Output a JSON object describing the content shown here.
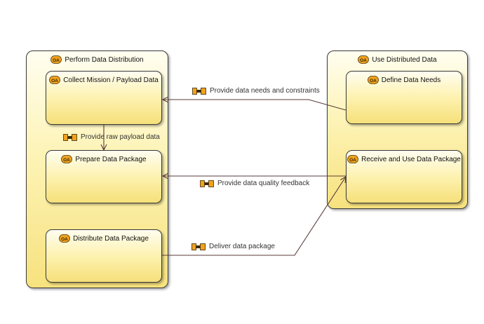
{
  "diagram": {
    "containers": {
      "perform": {
        "title": "Perform Data Distribution"
      },
      "use": {
        "title": "Use Distributed Data"
      }
    },
    "functions": {
      "collect": {
        "title": "Collect Mission / Payload Data"
      },
      "prepare": {
        "title": "Prepare Data Package"
      },
      "distribute": {
        "title": "Distribute Data Package"
      },
      "define": {
        "title": "Define Data Needs"
      },
      "receive": {
        "title": "Receive and Use Data Package"
      }
    },
    "exchanges": {
      "needs": {
        "label": "Provide data needs and constraints"
      },
      "raw": {
        "label": "Provide raw payload data"
      },
      "quality": {
        "label": "Provide data quality feedback"
      },
      "deliver": {
        "label": "Deliver data package"
      }
    }
  },
  "colors": {
    "box_fill_top": "#fffef0",
    "box_fill_bottom": "#f7e27e",
    "border": "#3a3a3a",
    "link": "#5a3a3a",
    "icon_fill": "#f0a21e"
  },
  "icons": {
    "function_badge": "operational-activity-icon",
    "exchange_badge": "functional-exchange-icon"
  }
}
